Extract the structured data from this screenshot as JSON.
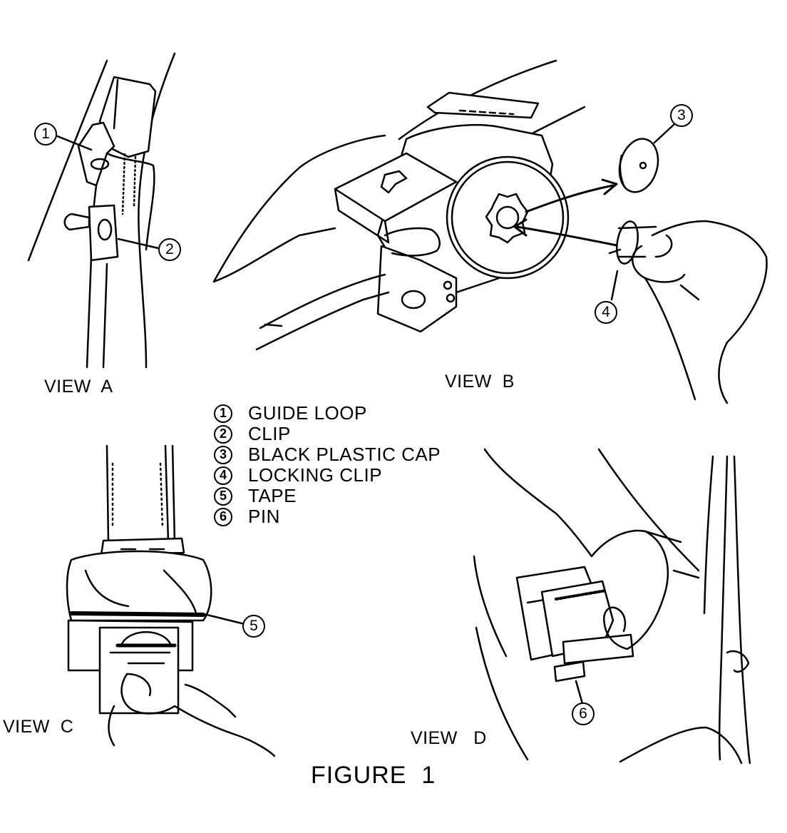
{
  "views": {
    "a_label": "VIEW  A",
    "b_label": "VIEW  B",
    "c_label": "VIEW  C",
    "d_label": "VIEW   D"
  },
  "legend": [
    {
      "num": "1",
      "text": "GUIDE LOOP"
    },
    {
      "num": "2",
      "text": "CLIP"
    },
    {
      "num": "3",
      "text": "BLACK PLASTIC CAP"
    },
    {
      "num": "4",
      "text": "LOCKING CLIP"
    },
    {
      "num": "5",
      "text": "TAPE"
    },
    {
      "num": "6",
      "text": "PIN"
    }
  ],
  "callouts": {
    "c1": "1",
    "c2": "2",
    "c3": "3",
    "c4": "4",
    "c5": "5",
    "c6": "6"
  },
  "figure_caption": "FIGURE  1"
}
